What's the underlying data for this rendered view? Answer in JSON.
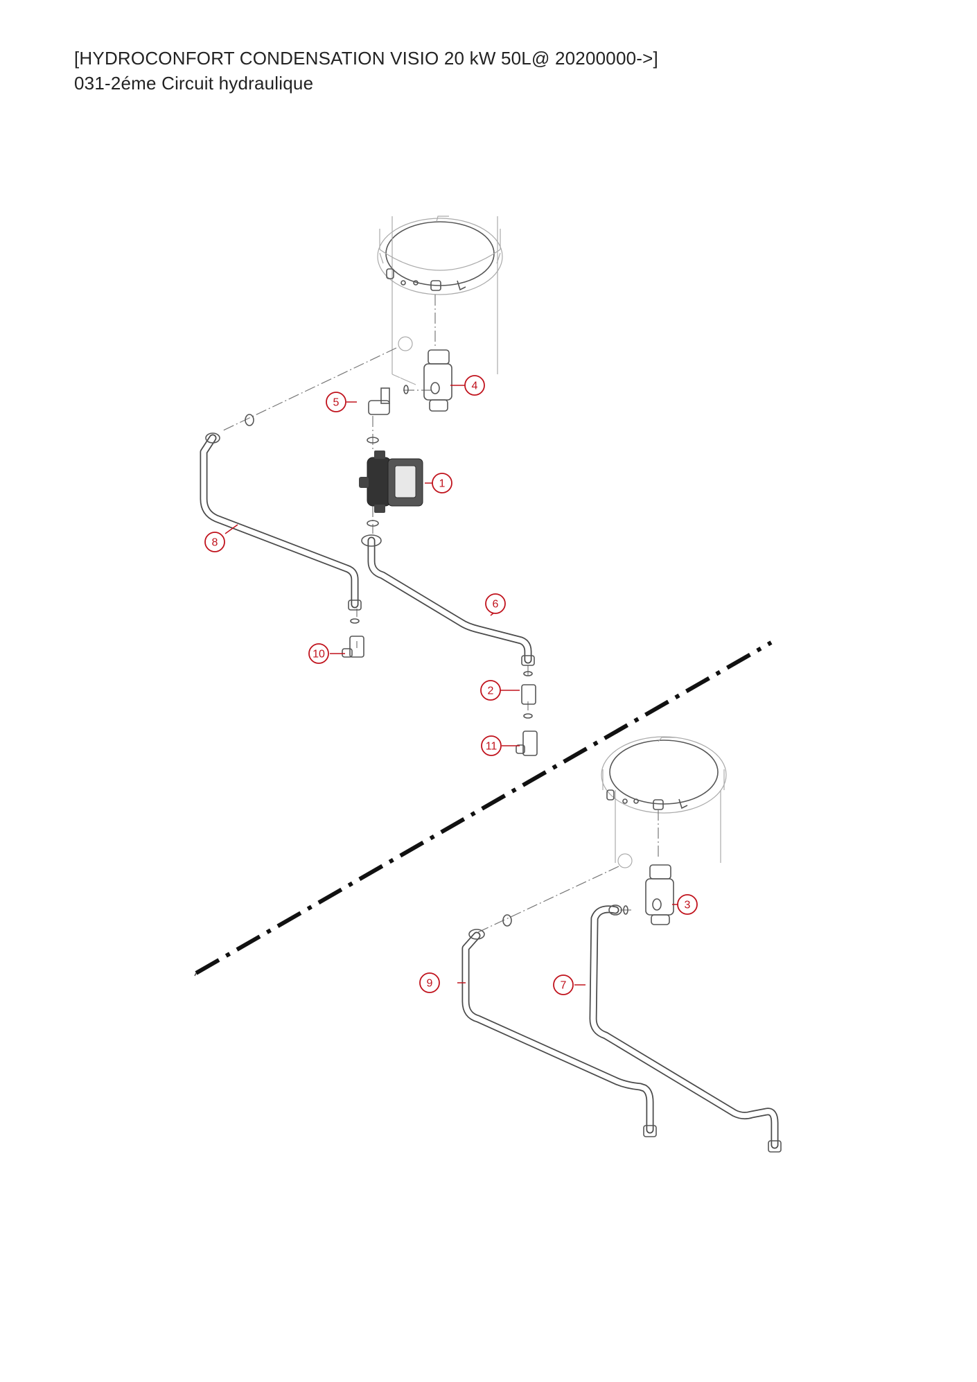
{
  "header": {
    "title": "[HYDROCONFORT CONDENSATION VISIO 20 kW 50L@ 20200000->]",
    "subtitle": "031-2éme Circuit hydraulique"
  },
  "callouts": [
    "1",
    "2",
    "3",
    "4",
    "5",
    "6",
    "7",
    "8",
    "9",
    "10",
    "11"
  ],
  "colors": {
    "callout": "#c0121c",
    "line": "#4a4a4a",
    "section_line": "#111111"
  }
}
